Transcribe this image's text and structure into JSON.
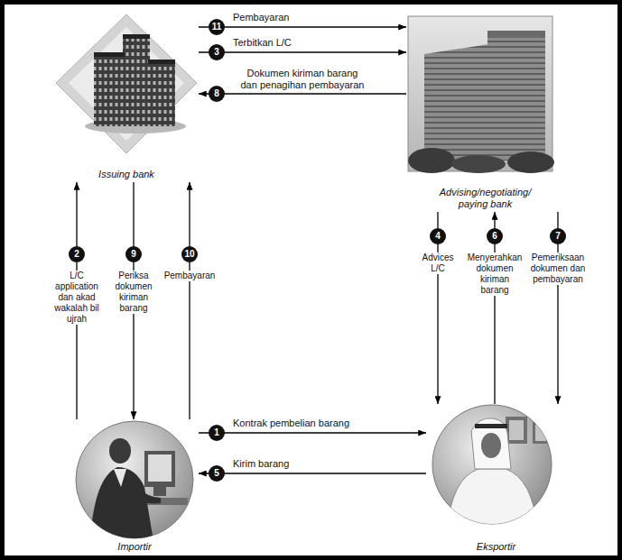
{
  "diagram": {
    "nodes": [
      {
        "text": [
          "Issuing bank"
        ]
      },
      {
        "text": [
          "Advising/negotiating/ paying bank"
        ]
      },
      {
        "text": [
          "Importir"
        ]
      },
      {
        "text": [
          "Eksportir"
        ]
      }
    ],
    "edges": [
      {
        "from": 0,
        "to": 1,
        "arrow": "to",
        "label": "Pembayaran"
      },
      {
        "from": 0,
        "to": 1,
        "arrow": "to",
        "label": "Terbitkan L/C"
      },
      {
        "from": 1,
        "to": 0,
        "arrow": "to",
        "label": "Dokumen kiriman barang dan penagihan pembayaran"
      },
      {
        "from": 2,
        "to": 0,
        "arrow": "to",
        "label": "L/C application dan akad wakalah bil ujrah"
      },
      {
        "from": 0,
        "to": 2,
        "arrow": "to",
        "label": "Periksa dokumen kiriman barang"
      },
      {
        "from": 2,
        "to": 0,
        "arrow": "to",
        "label": "Pembayaran"
      },
      {
        "from": 1,
        "to": 3,
        "arrow": "to",
        "label": "Advices L/C"
      },
      {
        "from": 3,
        "to": 1,
        "arrow": "to",
        "label": "Menyerahkan dokumen kiriman barang"
      },
      {
        "from": 1,
        "to": 3,
        "arrow": "to",
        "label": "Pemeriksaan dokumen dan pembayaran"
      },
      {
        "from": 2,
        "to": 3,
        "arrow": "to",
        "label": "Kontrak pembelian barang"
      },
      {
        "from": 3,
        "to": 2,
        "arrow": "to",
        "label": "Kirim barang"
      }
    ],
    "labels": [
      "11",
      "3",
      "8",
      "2",
      "9",
      "10",
      "4",
      "6",
      "7",
      "1",
      "5"
    ]
  }
}
